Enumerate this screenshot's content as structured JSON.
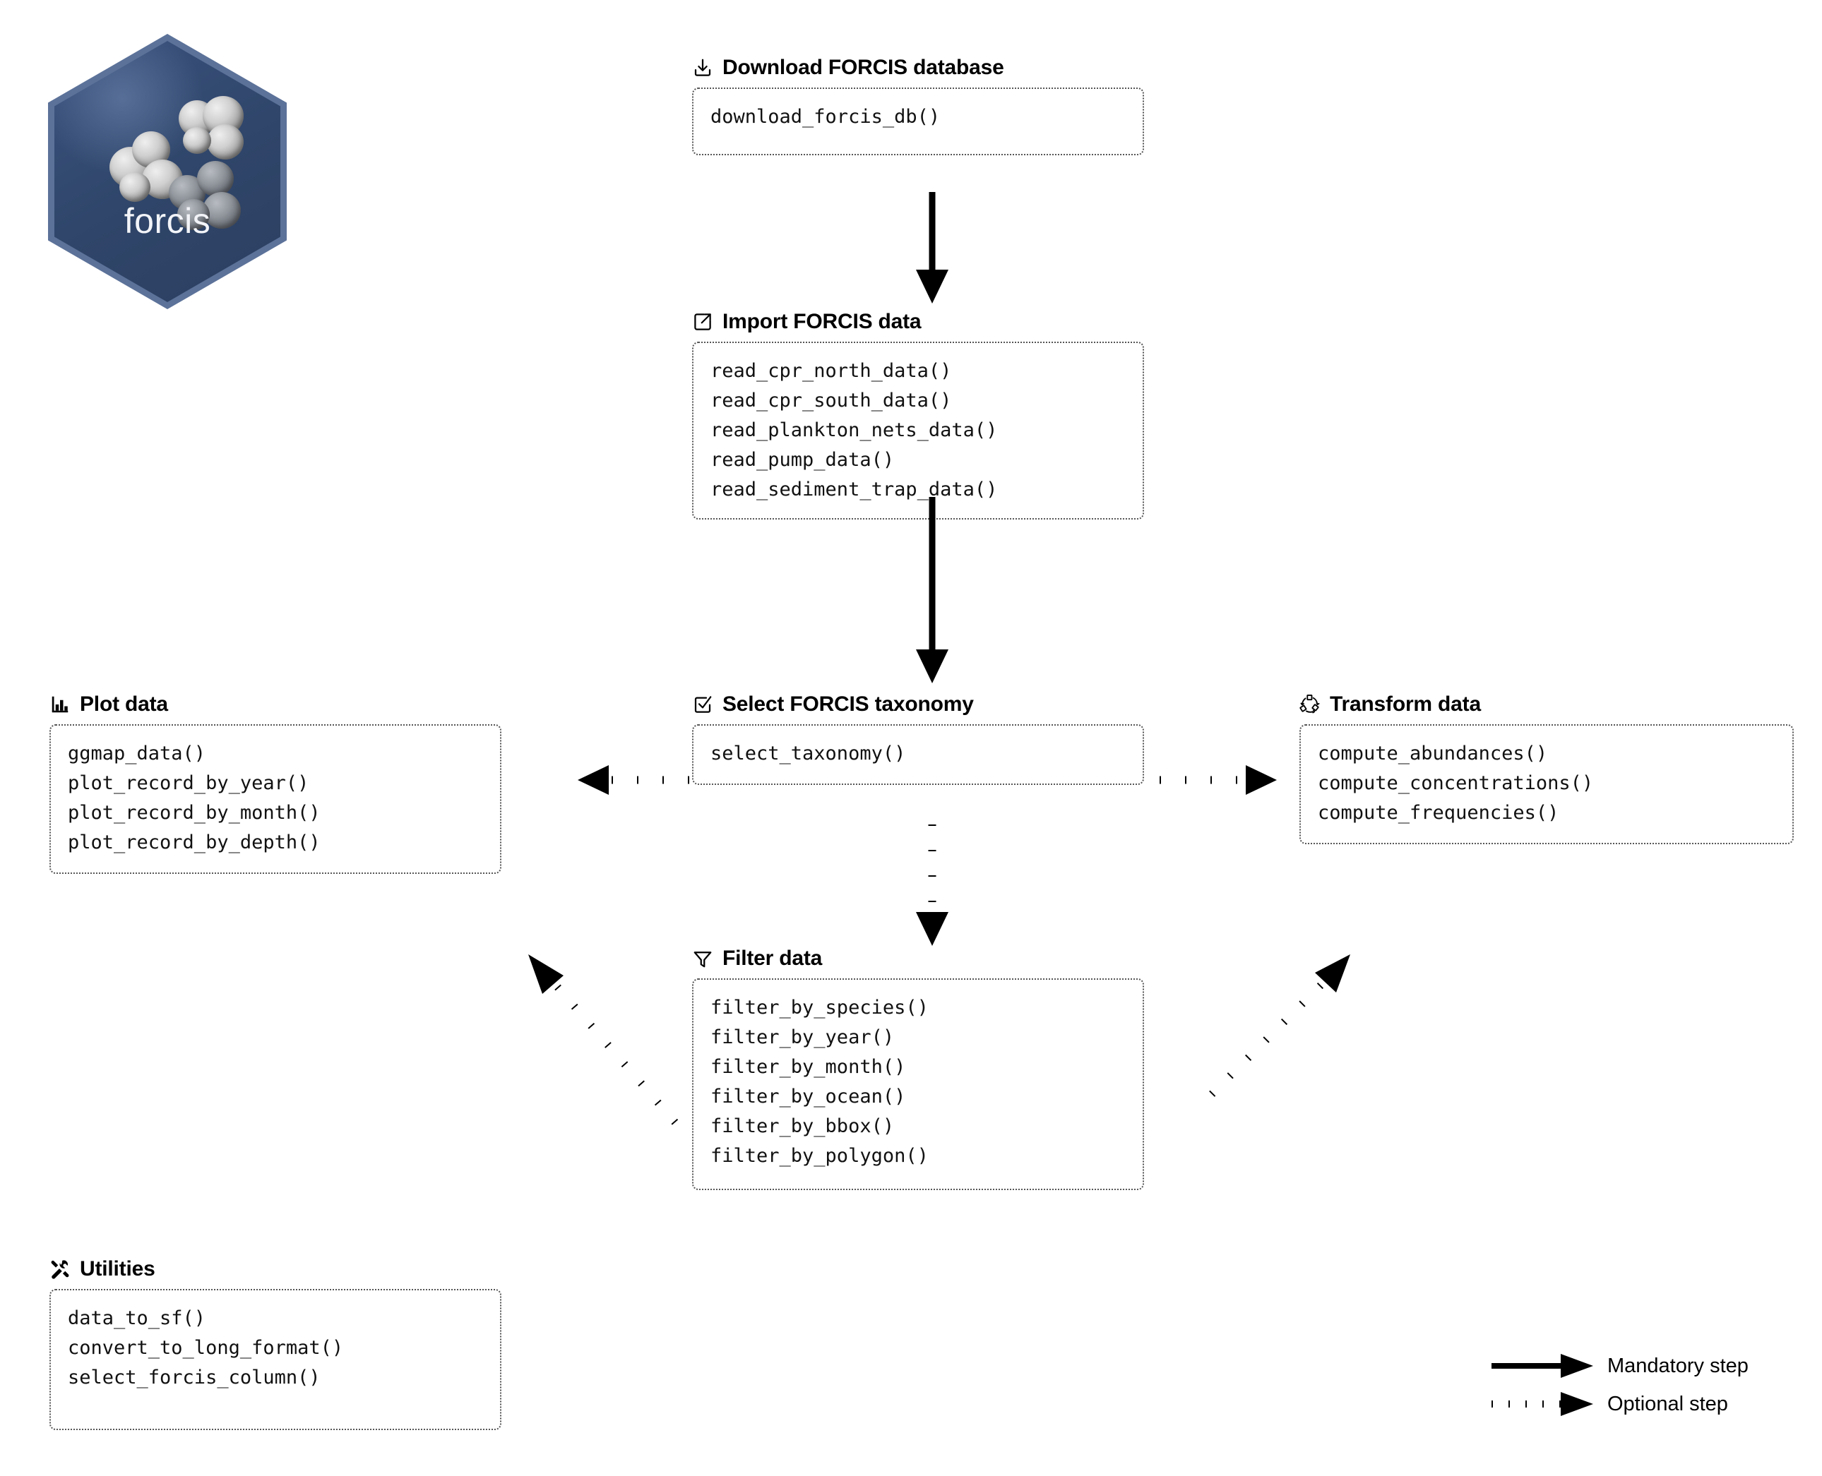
{
  "logo": {
    "name": "forcis",
    "url": "https://frbcesab.github.io/forcis",
    "bg_color": "#2f4569",
    "border_color": "#5c7299",
    "text_color": "#f2f4f8"
  },
  "sections": {
    "download": {
      "icon": "download-icon",
      "title": "Download FORCIS database",
      "functions": [
        "download_forcis_db()"
      ]
    },
    "import": {
      "icon": "import-icon",
      "title": "Import FORCIS data",
      "functions": [
        "read_cpr_north_data()",
        "read_cpr_south_data()",
        "read_plankton_nets_data()",
        "read_pump_data()",
        "read_sediment_trap_data()"
      ]
    },
    "plot": {
      "icon": "bar-chart-icon",
      "title": "Plot data",
      "functions": [
        "ggmap_data()",
        "plot_record_by_year()",
        "plot_record_by_month()",
        "plot_record_by_depth()"
      ]
    },
    "taxonomy": {
      "icon": "checkbox-check-icon",
      "title": "Select FORCIS taxonomy",
      "functions": [
        "select_taxonomy()"
      ]
    },
    "transform": {
      "icon": "transform-shuffle-icon",
      "title": "Transform data",
      "functions": [
        "compute_abundances()",
        "compute_concentrations()",
        "compute_frequencies()"
      ]
    },
    "filter": {
      "icon": "funnel-icon",
      "title": "Filter data",
      "functions": [
        "filter_by_species()",
        "filter_by_year()",
        "filter_by_month()",
        "filter_by_ocean()",
        "filter_by_bbox()",
        "filter_by_polygon()"
      ]
    },
    "utilities": {
      "icon": "tools-icon",
      "title": "Utilities",
      "functions": [
        "data_to_sf()",
        "convert_to_long_format()",
        "select_forcis_column()"
      ]
    }
  },
  "legend": {
    "mandatory": "Mandatory step",
    "optional": "Optional step",
    "arrow_color": "#000000"
  },
  "connectors": [
    {
      "from": "download",
      "to": "import",
      "style": "solid",
      "direction": "down"
    },
    {
      "from": "import",
      "to": "taxonomy",
      "style": "solid",
      "direction": "down"
    },
    {
      "from": "taxonomy",
      "to": "plot",
      "style": "dotted",
      "direction": "left"
    },
    {
      "from": "taxonomy",
      "to": "transform",
      "style": "dotted",
      "direction": "right"
    },
    {
      "from": "taxonomy",
      "to": "filter",
      "style": "dotted",
      "direction": "down"
    },
    {
      "from": "filter",
      "to": "plot",
      "style": "dotted",
      "direction": "up-left"
    },
    {
      "from": "filter",
      "to": "transform",
      "style": "dotted",
      "direction": "up-right"
    }
  ]
}
